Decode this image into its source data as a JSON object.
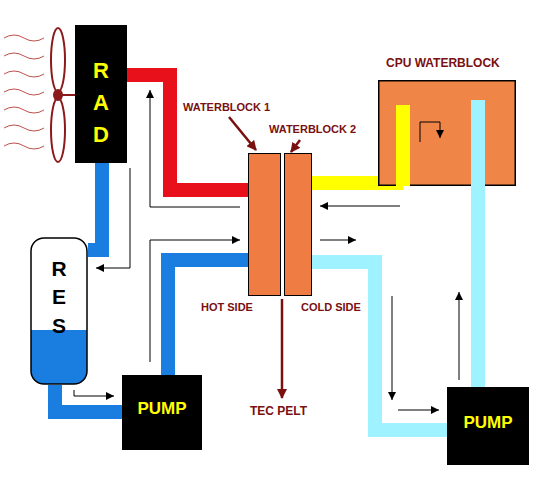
{
  "diagram": {
    "nodes": [
      {
        "text": [
          "RAD"
        ]
      },
      {
        "text": [
          "RES"
        ]
      },
      {
        "text": [
          "PUMP"
        ]
      },
      {
        "text": [
          "WATERBLOCK 1",
          "HOT SIDE"
        ]
      },
      {
        "text": [
          "WATERBLOCK 2",
          "COLD SIDE"
        ]
      },
      {
        "text": [
          "CPU WATERBLOCK"
        ]
      },
      {
        "text": [
          "PUMP"
        ]
      }
    ],
    "edges": [
      {
        "from": 0,
        "to": 1,
        "arrow": "to"
      },
      {
        "from": 1,
        "to": 2,
        "arrow": "to"
      },
      {
        "from": 2,
        "to": 3,
        "arrow": "to"
      },
      {
        "from": 3,
        "to": 0,
        "arrow": "to"
      },
      {
        "from": 5,
        "to": 4,
        "arrow": "to"
      },
      {
        "from": 4,
        "to": 6,
        "arrow": "to"
      },
      {
        "from": 6,
        "to": 5,
        "arrow": "to"
      }
    ],
    "labels": [
      "TEC PELT"
    ]
  }
}
